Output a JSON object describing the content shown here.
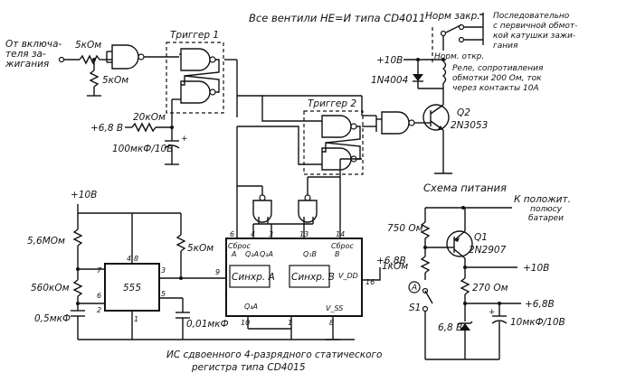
{
  "header": {
    "gates_note": "Все вентили НЕ=И типа CD4011"
  },
  "input": {
    "label_line1": "От включа-",
    "label_line2": "теля за-",
    "label_line3": "жигания",
    "r_series": "5кОм",
    "r_shunt": "5кОм"
  },
  "trigger1": {
    "label": "Триггер 1"
  },
  "trigger2": {
    "label": "Триггер 2"
  },
  "delay": {
    "supply": "+6,8 В",
    "resistor": "20кОм",
    "capacitor": "100мкФ/10В"
  },
  "relay": {
    "nc_label": "Норм закр.",
    "no_label": "Норм. откр.",
    "note_line1": "Последовательно",
    "note_line2": "с первичной обмот-",
    "note_line3": "кой катушки зажи-",
    "note_line4": "гания",
    "supply": "+10В",
    "diode": "1N4004",
    "desc_line1": "Реле, сопротивления",
    "desc_line2": "обмотки 200 Ом, ток",
    "desc_line3": "через контакты 10А"
  },
  "q2": {
    "name": "Q2",
    "type": "2N3053"
  },
  "timer": {
    "name": "555",
    "supply": "+10В",
    "r1": "5,6МОм",
    "r2": "560кОм",
    "c1": "0,5мкФ",
    "r_out": "5кОм",
    "c_ctrl": "0,01мкФ",
    "pin4": "4",
    "pin8": "8",
    "pin7": "7",
    "pin6": "6",
    "pin2": "2",
    "pin3": "3",
    "pin5": "5",
    "pin1": "1"
  },
  "register": {
    "caption_line1": "ИС сдвоенного 4-разрядного статического",
    "caption_line2": "регистра   типа  CD4015",
    "sync_a": "Синхр. А",
    "sync_b": "Синхр. В",
    "reset_a": "Сброс",
    "reset_a2": "А",
    "reset_b": "Сброс",
    "reset_b2": "В",
    "q2a": "Q₂А",
    "q3a": "Q₃А",
    "q1b": "Q₁В",
    "q4a": "Q₄А",
    "vdd": "V_DD",
    "vss": "V_SS",
    "supply": "+6,8В",
    "pin6": "6",
    "pin4": "4",
    "pin3": "3",
    "pin13": "13",
    "pin14": "14",
    "pin9": "9",
    "pin1": "1",
    "pin10": "10",
    "pin16": "16",
    "pin8": "8"
  },
  "power": {
    "title": "Схема питания",
    "battery_line1": "К положит.",
    "battery_line2": "полюсу",
    "battery_line3": "батареи",
    "r1": "750 Ом",
    "r2": "1кОм",
    "r3": "270 Ом",
    "q1_name": "Q1",
    "q1_type": "2N2907",
    "out10": "+10В",
    "out68": "+6,8В",
    "zener": "6,8 В",
    "cap": "10мкФ/10В",
    "meter": "A",
    "switch": "S1"
  }
}
